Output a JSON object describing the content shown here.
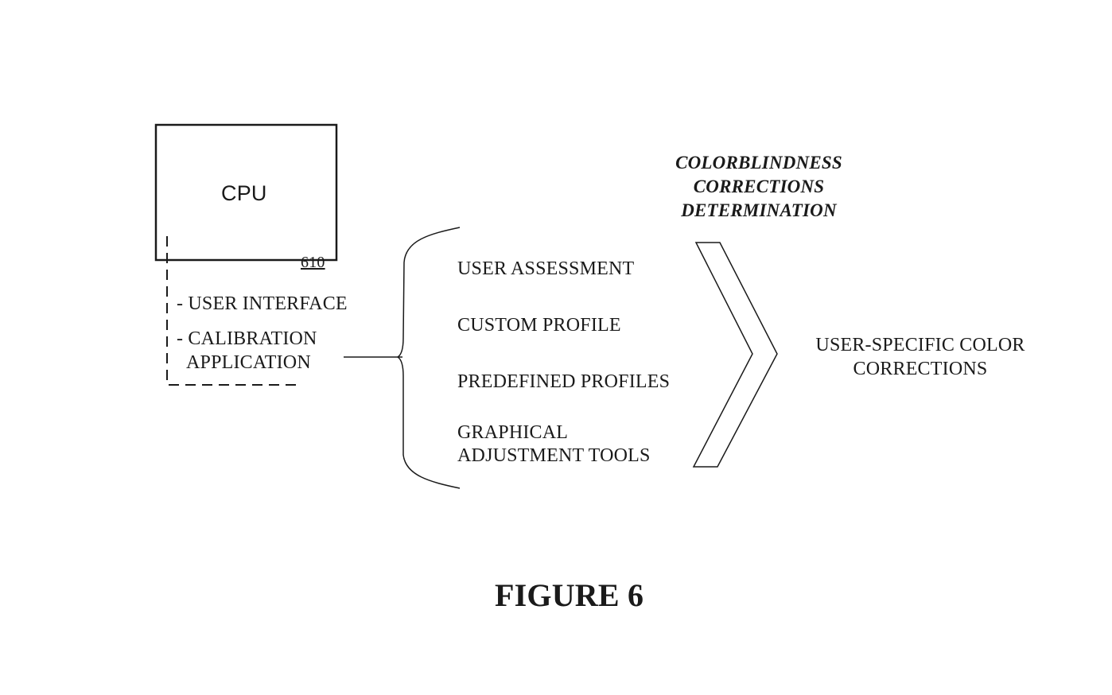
{
  "cpu": {
    "label": "CPU",
    "ref": "610"
  },
  "cpu_features": [
    "- USER INTERFACE",
    "- CALIBRATION",
    "APPLICATION"
  ],
  "methods": [
    "USER ASSESSMENT",
    "CUSTOM PROFILE",
    "PREDEFINED PROFILES",
    "GRAPHICAL",
    "ADJUSTMENT TOOLS"
  ],
  "heading_lines": [
    "COLORBLINDNESS",
    "CORRECTIONS",
    "DETERMINATION"
  ],
  "result_lines": [
    "USER-SPECIFIC COLOR",
    "CORRECTIONS"
  ],
  "caption": "FIGURE 6"
}
